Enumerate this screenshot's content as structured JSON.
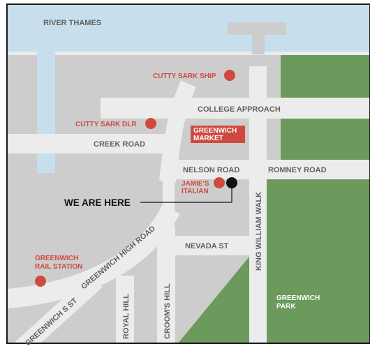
{
  "colors": {
    "frame": "#1a1a1a",
    "land": "#cdcdcd",
    "river": "#c7dfec",
    "road": "#ececec",
    "park": "#6b9a5c",
    "poi": "#d0493f",
    "road_label": "#616161",
    "marker": "#111111"
  },
  "water": {
    "river_label": "RIVER THAMES"
  },
  "roads": {
    "college_approach": "COLLEGE APPROACH",
    "creek_road": "CREEK ROAD",
    "nelson_road": "NELSON ROAD",
    "romney_road": "ROMNEY ROAD",
    "nevada_st": "NEVADA ST",
    "king_william_walk": "KING WILLIAM WALK",
    "greenwich_high_road": "GREENWICH HIGH ROAD",
    "greenwich_s_st": "GREENWICH S ST",
    "royal_hill": "ROYAL HILL",
    "crooms_hill": "CROOM'S HILL"
  },
  "pois": {
    "cutty_sark_ship": "CUTTY SARK SHIP",
    "cutty_sark_dlr": "CUTTY SARK DLR",
    "greenwich_market": {
      "line1": "GREENWICH",
      "line2": "MARKET"
    },
    "jamies_italian": {
      "line1": "JAMIE'S",
      "line2": "ITALIAN"
    },
    "greenwich_rail_station": {
      "line1": "GREENWICH",
      "line2": "RAIL STATION"
    }
  },
  "park": {
    "line1": "GREENWICH",
    "line2": "PARK"
  },
  "marker": {
    "label": "WE ARE HERE"
  }
}
